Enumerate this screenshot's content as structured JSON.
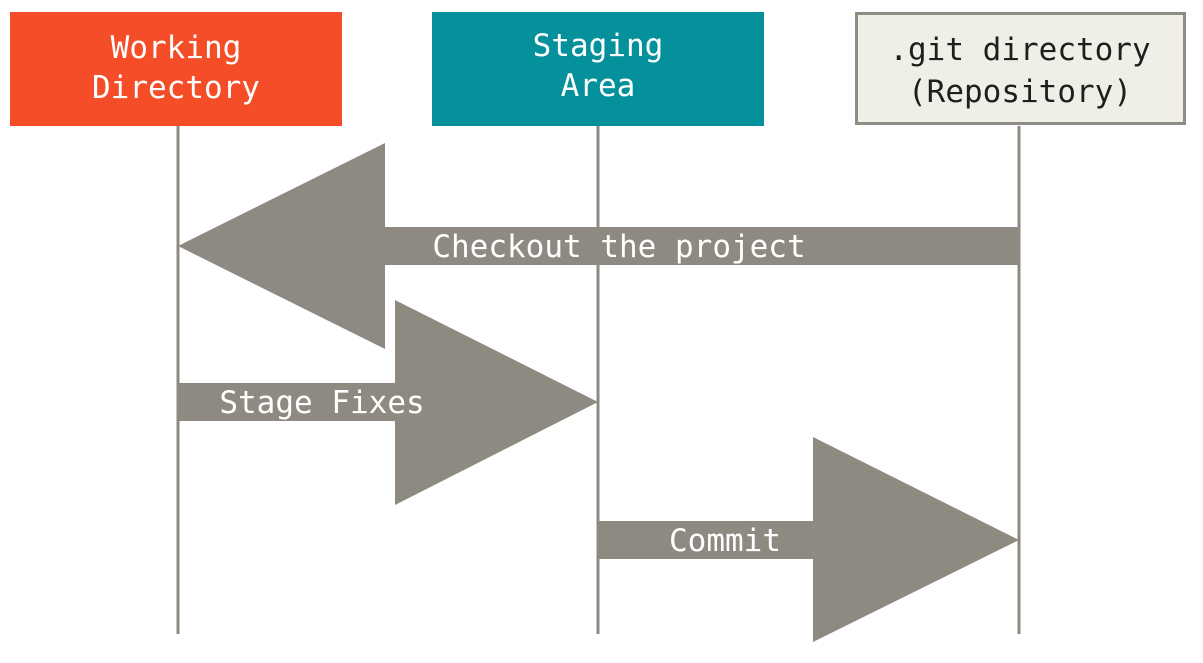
{
  "stages": [
    {
      "id": "working",
      "line1": "Working",
      "line2": "Directory",
      "fill": "#f54d27",
      "border": "#f54d27",
      "text_color": "#ffffff"
    },
    {
      "id": "staging",
      "line1": "Staging",
      "line2": "Area",
      "fill": "#05919b",
      "border": "#05919b",
      "text_color": "#ffffff"
    },
    {
      "id": "repo",
      "line1": ".git directory",
      "line2": "(Repository)",
      "fill": "#f0efe7",
      "border": "#8f8c84",
      "text_color": "#1e1e1e"
    }
  ],
  "arrows": [
    {
      "id": "checkout",
      "label": "Checkout the project",
      "from": "repo",
      "to": "working"
    },
    {
      "id": "stage-fixes",
      "label": "Stage Fixes",
      "from": "working",
      "to": "staging"
    },
    {
      "id": "commit",
      "label": "Commit",
      "from": "staging",
      "to": "repo"
    }
  ],
  "colors": {
    "arrow": "#8f8a81",
    "lifeline": "#8f8a81",
    "arrow_text": "#ffffff"
  }
}
